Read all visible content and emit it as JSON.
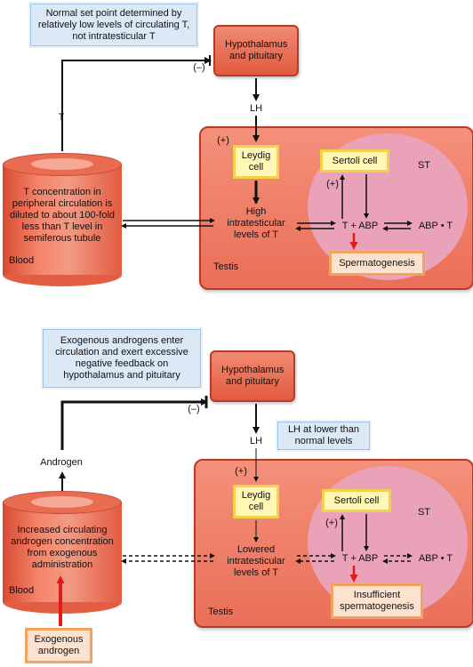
{
  "top": {
    "note": "Normal set point determined by relatively low levels of circulating T, not intratesticular T",
    "hypothalamus": "Hypothalamus and pituitary",
    "neg_sign": "(–)",
    "t_label": "T",
    "lh_label": "LH",
    "pos_sign_leydig": "(+)",
    "leydig": "Leydig cell",
    "sertoli": "Sertoli cell",
    "pos_sign_sertoli": "(+)",
    "st": "ST",
    "intratesticular": "High intratesticular levels of T",
    "t_abp": "T + ABP",
    "abp_t": "ABP • T",
    "spermatogenesis": "Spermatogenesis",
    "testis": "Testis",
    "blood_text": "T concentration in peripheral circulation is diluted to about 100-fold less than T level in semiferous tubule",
    "blood": "Blood"
  },
  "bottom": {
    "note": "Exogenous androgens enter circulation and exert excessive negative feedback on hypothalamus and pituitary",
    "hypothalamus": "Hypothalamus and pituitary",
    "neg_sign": "(–)",
    "androgen_label": "Androgen",
    "lh_label": "LH",
    "lh_note": "LH at lower than normal levels",
    "pos_sign_leydig": "(+)",
    "leydig": "Leydig cell",
    "sertoli": "Sertoli cell",
    "pos_sign_sertoli": "(+)",
    "st": "ST",
    "intratesticular": "Lowered intratesticular levels of T",
    "t_abp": "T + ABP",
    "abp_t": "ABP • T",
    "spermatogenesis": "Insufficient spermatogenesis",
    "testis": "Testis",
    "blood_text": "Increased circulating androgen concentration from exogenous administration",
    "blood": "Blood",
    "exogenous": "Exogenous androgen"
  }
}
